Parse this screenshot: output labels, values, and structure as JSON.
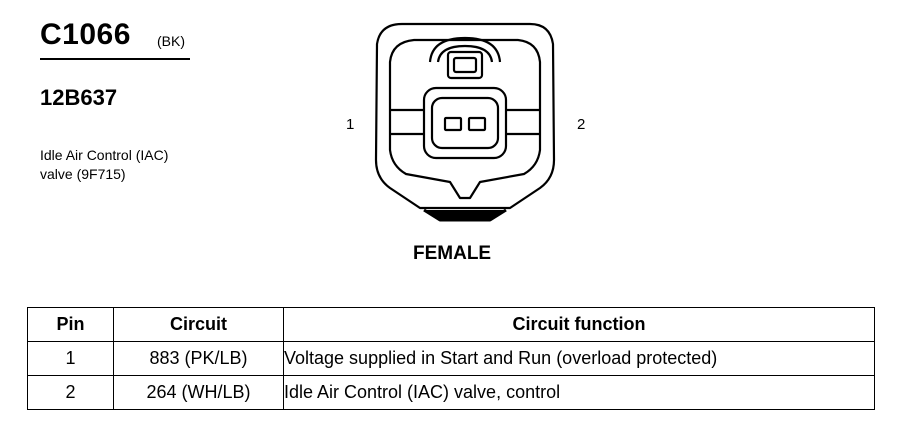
{
  "connector": {
    "id": "C1066",
    "color": "(BK)",
    "part_number": "12B637",
    "component_line1": "Idle Air Control (IAC)",
    "component_line2": "valve (9F715)",
    "gender": "FEMALE",
    "pin_labels": {
      "left": "1",
      "right": "2"
    }
  },
  "table": {
    "headers": [
      "Pin",
      "Circuit",
      "Circuit function"
    ],
    "rows": [
      {
        "pin": "1",
        "circuit": "883 (PK/LB)",
        "function": "Voltage supplied in Start and Run (overload protected)"
      },
      {
        "pin": "2",
        "circuit": "264 (WH/LB)",
        "function": "Idle Air Control (IAC) valve, control"
      }
    ]
  }
}
